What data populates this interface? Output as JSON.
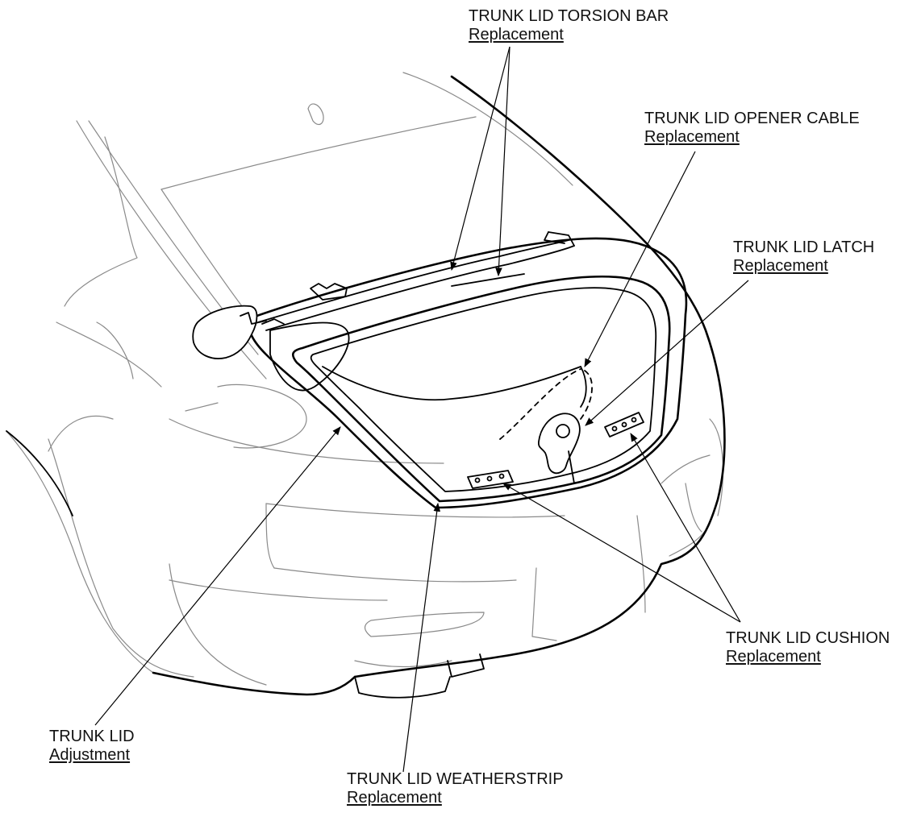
{
  "callouts": {
    "torsion_bar": {
      "title": "TRUNK LID TORSION BAR",
      "link": "Replacement"
    },
    "opener_cable": {
      "title": "TRUNK LID OPENER CABLE",
      "link": "Replacement"
    },
    "latch": {
      "title": "TRUNK LID LATCH",
      "link": "Replacement"
    },
    "cushion": {
      "title": "TRUNK LID CUSHION",
      "link": "Replacement"
    },
    "adjustment": {
      "title": "TRUNK LID",
      "link": "Adjustment"
    },
    "weatherstrip": {
      "title": "TRUNK LID WEATHERSTRIP",
      "link": "Replacement"
    }
  }
}
